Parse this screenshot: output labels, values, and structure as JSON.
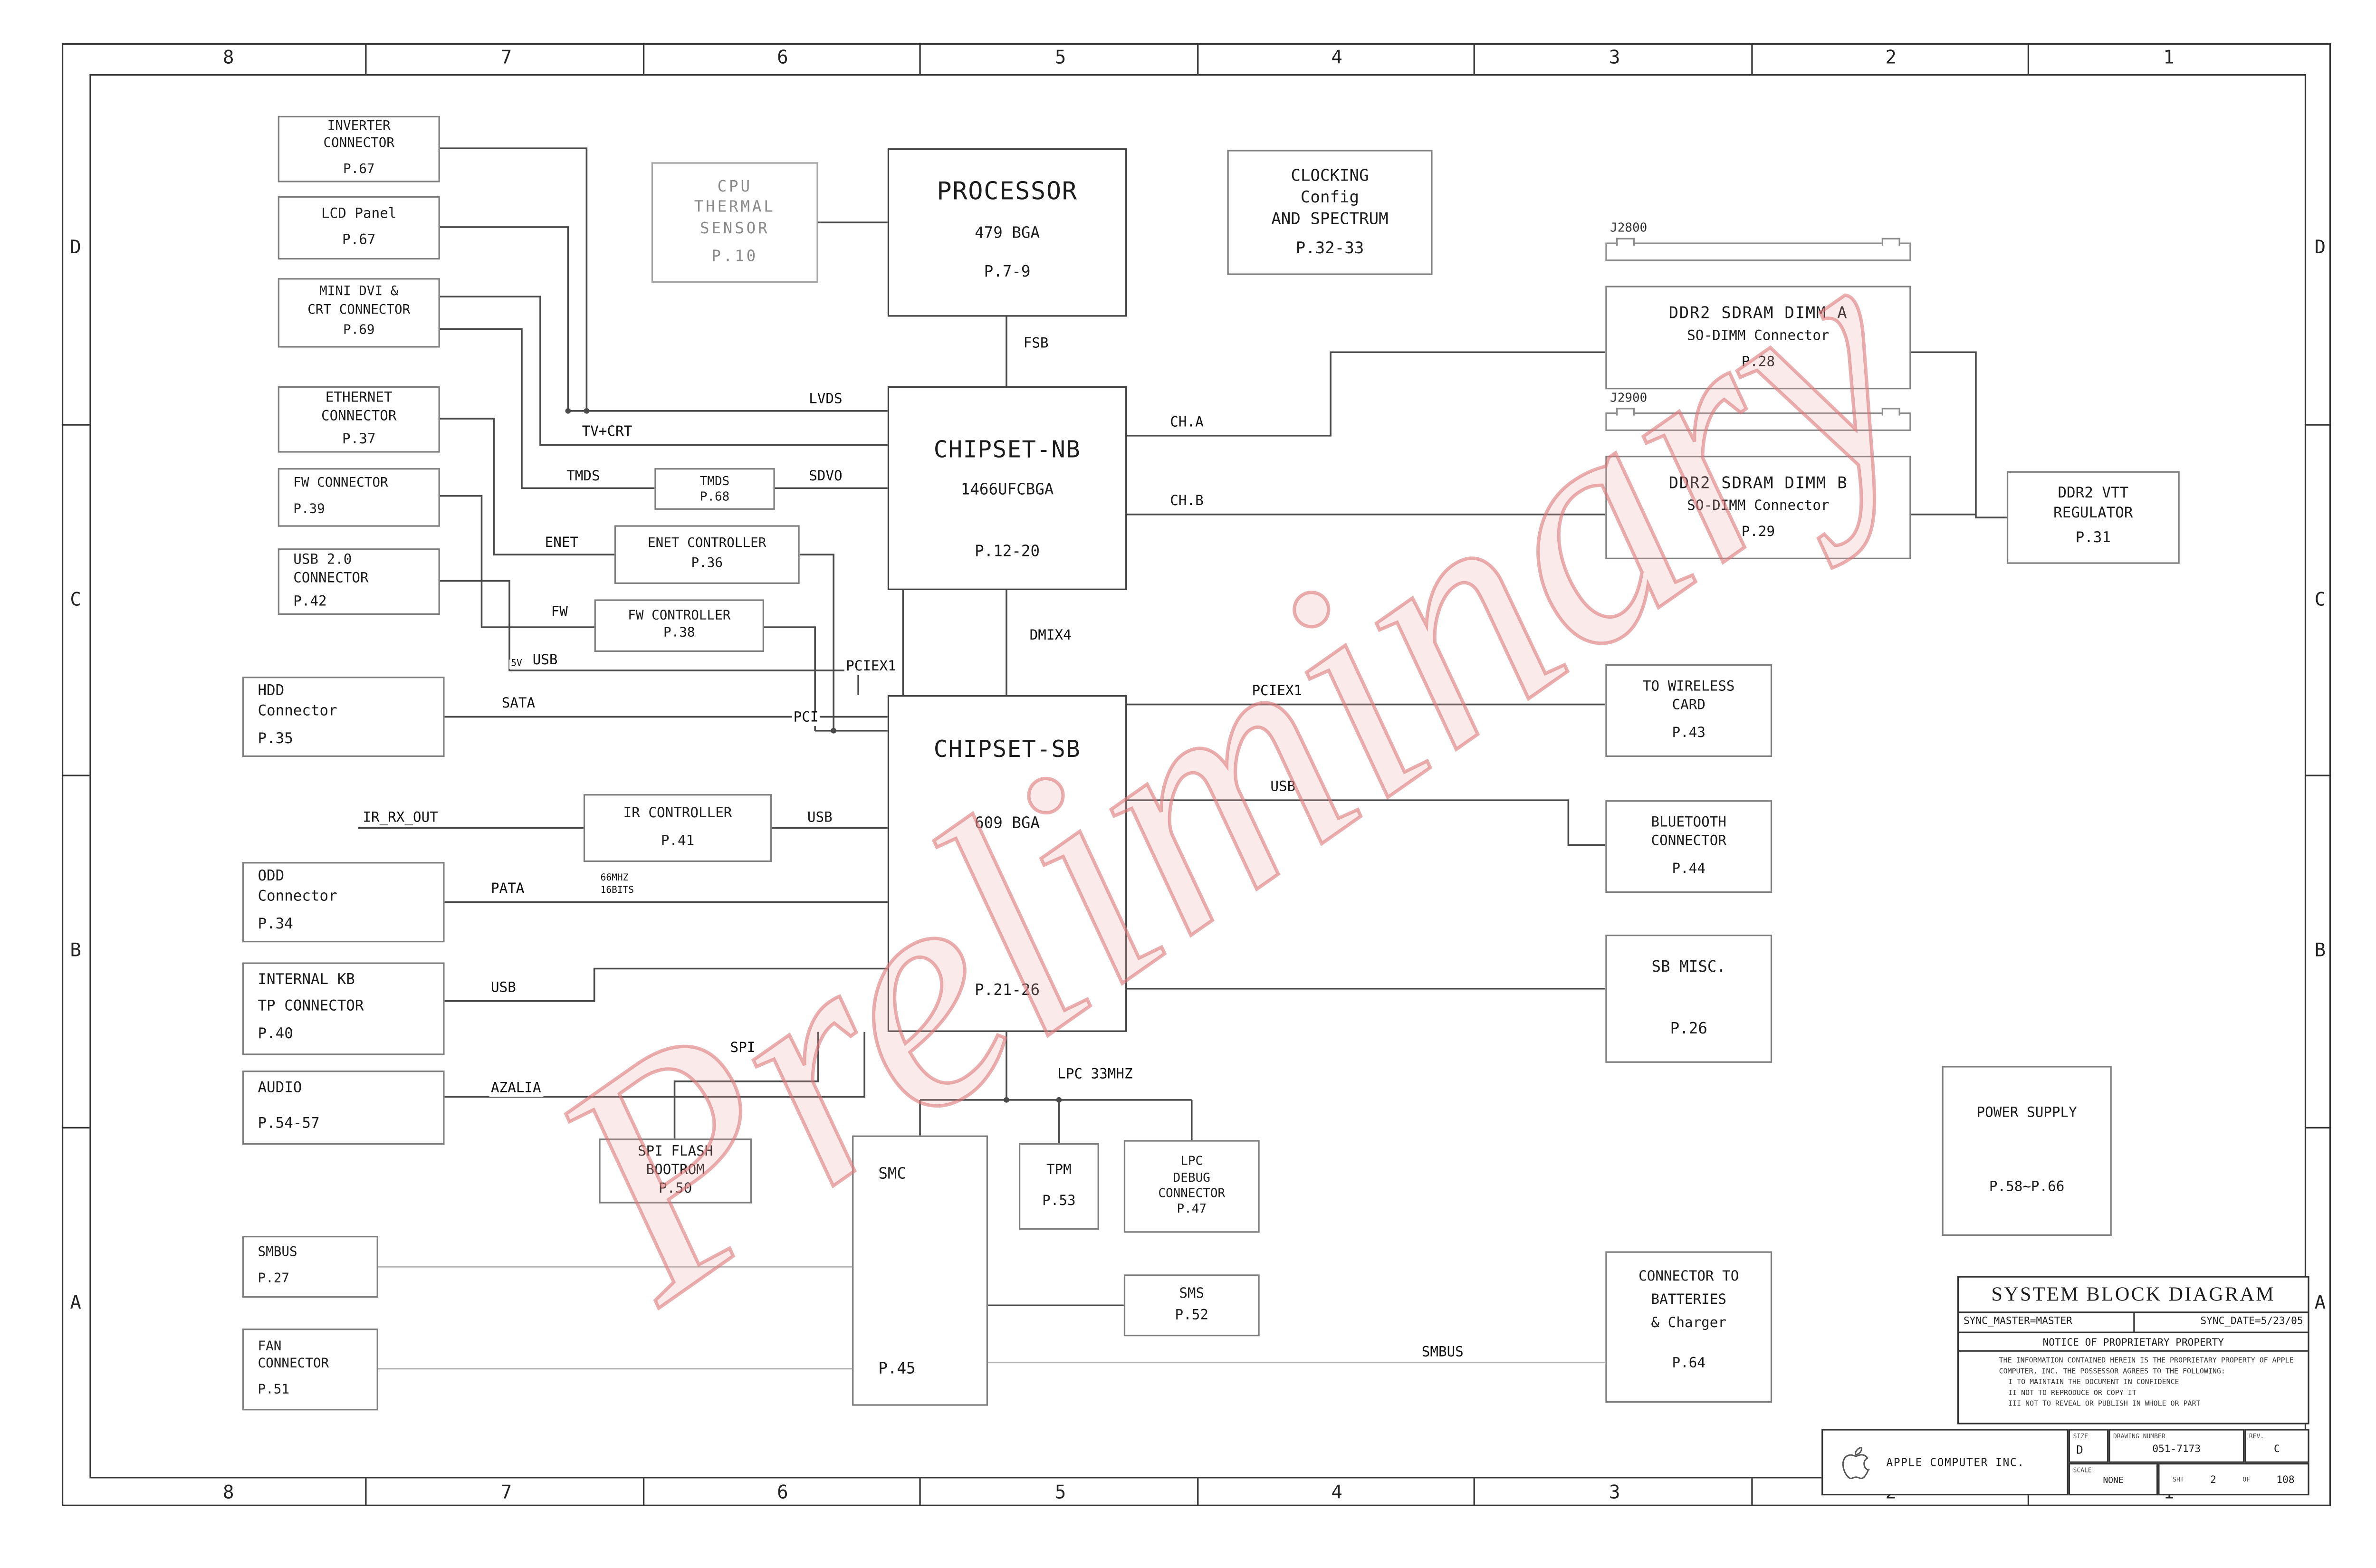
{
  "frame": {
    "cols": [
      "8",
      "7",
      "6",
      "5",
      "4",
      "3",
      "2",
      "1"
    ],
    "rows": [
      "D",
      "C",
      "B",
      "A"
    ]
  },
  "watermark": {
    "text": "Preliminary",
    "color": "#e89898"
  },
  "blocks": {
    "inverter": {
      "lines": [
        "INVERTER",
        "CONNECTOR",
        "P.67"
      ]
    },
    "lcd": {
      "lines": [
        "LCD Panel",
        "P.67"
      ]
    },
    "minidvi": {
      "lines": [
        "MINI DVI &",
        "CRT CONNECTOR",
        "P.69"
      ]
    },
    "ethernet": {
      "lines": [
        "ETHERNET",
        "CONNECTOR",
        "P.37"
      ]
    },
    "fw_conn": {
      "lines": [
        "FW CONNECTOR",
        "P.39"
      ]
    },
    "usb_conn": {
      "lines": [
        "USB 2.0",
        "CONNECTOR",
        "P.42"
      ]
    },
    "hdd": {
      "lines": [
        "HDD",
        "Connector",
        "P.35"
      ]
    },
    "ir_ctrl": {
      "lines": [
        "IR CONTROLLER",
        "P.41"
      ]
    },
    "odd": {
      "lines": [
        "ODD",
        "Connector",
        "P.34"
      ]
    },
    "internal_kb": {
      "lines": [
        "INTERNAL KB",
        "TP CONNECTOR",
        "P.40"
      ]
    },
    "audio": {
      "lines": [
        "AUDIO",
        "P.54-57"
      ]
    },
    "smbus_blk": {
      "lines": [
        "SMBUS",
        "P.27"
      ]
    },
    "fan": {
      "lines": [
        "FAN",
        "CONNECTOR",
        "P.51"
      ]
    },
    "cpu_thermal": {
      "lines": [
        "CPU",
        "THERMAL",
        "SENSOR",
        "P.10"
      ]
    },
    "processor": {
      "name": "PROCESSOR",
      "sub": "479 BGA",
      "page": "P.7-9"
    },
    "clocking": {
      "lines": [
        "CLOCKING",
        "Config",
        "AND SPECTRUM",
        "P.32-33"
      ]
    },
    "chipset_nb": {
      "name": "CHIPSET-NB",
      "sub": "1466UFCBGA",
      "page": "P.12-20"
    },
    "tmds_box": {
      "lines": [
        "TMDS",
        "P.68"
      ]
    },
    "enet_ctrl": {
      "lines": [
        "ENET CONTROLLER",
        "P.36"
      ]
    },
    "fw_ctrl": {
      "lines": [
        "FW CONTROLLER",
        "P.38"
      ]
    },
    "chipset_sb": {
      "name": "CHIPSET-SB",
      "sub": "609 BGA",
      "page": "P.21-26"
    },
    "dimm_a": {
      "ref": "J2800",
      "l1": "DDR2 SDRAM DIMM A",
      "l2": "SO-DIMM Connector",
      "page": "P.28"
    },
    "dimm_b": {
      "ref": "J2900",
      "l1": "DDR2 SDRAM DIMM B",
      "l2": "SO-DIMM Connector",
      "page": "P.29"
    },
    "vtt": {
      "lines": [
        "DDR2 VTT",
        "REGULATOR",
        "P.31"
      ]
    },
    "wireless": {
      "lines": [
        "TO WIRELESS",
        "CARD",
        "P.43"
      ]
    },
    "bluetooth": {
      "lines": [
        "BLUETOOTH",
        "CONNECTOR",
        "P.44"
      ]
    },
    "sb_misc": {
      "lines": [
        "SB MISC.",
        "P.26"
      ]
    },
    "power": {
      "lines": [
        "POWER SUPPLY",
        "P.58~P.66"
      ]
    },
    "spi_flash": {
      "lines": [
        "SPI FLASH",
        "BOOTROM",
        "P.50"
      ]
    },
    "smc": {
      "lines": [
        "SMC",
        "P.45"
      ]
    },
    "tpm": {
      "lines": [
        "TPM",
        "P.53"
      ]
    },
    "lpc_debug": {
      "lines": [
        "LPC",
        "DEBUG",
        "CONNECTOR",
        "P.47"
      ]
    },
    "sms": {
      "lines": [
        "SMS",
        "P.52"
      ]
    },
    "batt": {
      "lines": [
        "CONNECTOR TO",
        "BATTERIES",
        "& Charger",
        "P.64"
      ]
    }
  },
  "nets": {
    "fsb": "FSB",
    "lvds": "LVDS",
    "tv_crt": "TV+CRT",
    "tmds": "TMDS",
    "sdvo": "SDVO",
    "ch_a": "CH.A",
    "ch_b": "CH.B",
    "enet": "ENET",
    "fw": "FW",
    "v5": "5V",
    "usb_a": "USB",
    "sata": "SATA",
    "pci": "PCI",
    "pciex1_nb": "PCIEX1",
    "dmix4": "DMIX4",
    "pciex1_wl": "PCIEX1",
    "usb_bt": "USB",
    "ir_rx_out": "IR_RX_OUT",
    "usb_ir": "USB",
    "pata": "PATA",
    "mhz66": "66MHZ",
    "bits16": "16BITS",
    "usb_kb": "USB",
    "azalia": "AZALIA",
    "spi": "SPI",
    "lpc": "LPC 33MHZ",
    "smbus": "SMBUS"
  },
  "titleblock": {
    "title": "SYSTEM BLOCK DIAGRAM",
    "sync_master": "SYNC_MASTER=MASTER",
    "sync_date": "SYNC_DATE=5/23/05",
    "notice_title": "NOTICE OF PROPRIETARY PROPERTY",
    "notice_body": "THE INFORMATION CONTAINED HEREIN IS THE PROPRIETARY PROPERTY OF APPLE COMPUTER, INC. THE POSSESSOR AGREES TO THE FOLLOWING:",
    "notice_items": [
      "I TO MAINTAIN THE DOCUMENT IN CONFIDENCE",
      "II NOT TO REPRODUCE OR COPY IT",
      "III NOT TO REVEAL OR PUBLISH IN WHOLE OR PART"
    ],
    "company": "APPLE COMPUTER INC.",
    "size_label": "SIZE",
    "size": "D",
    "drawing_label": "DRAWING NUMBER",
    "drawing_number": "051-7173",
    "rev_label": "REV.",
    "rev": "C",
    "scale_label": "SCALE",
    "scale": "NONE",
    "sht_label": "SHT",
    "sheet": "2",
    "of_label": "OF",
    "total": "108"
  }
}
